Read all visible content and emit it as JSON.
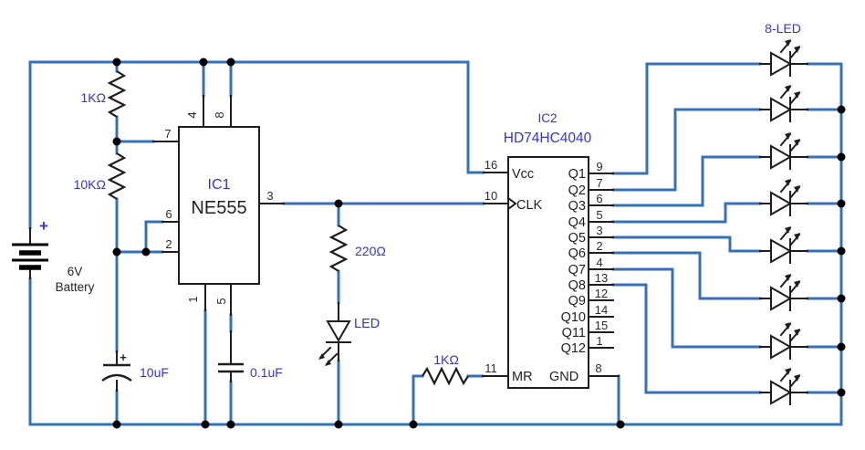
{
  "labels": {
    "battery_plus": "+",
    "battery_line1": "6V",
    "battery_line2": "Battery",
    "r1": "1KΩ",
    "r2": "10KΩ",
    "r3": "220Ω",
    "r4": "1KΩ",
    "c1": "10uF",
    "c1_plus": "+",
    "c2": "0.1uF",
    "led_single": "LED",
    "led_array": "8-LED"
  },
  "ic1": {
    "ref": "IC1",
    "part": "NE555",
    "pins": {
      "p4": "4",
      "p8": "8",
      "p7": "7",
      "p6": "6",
      "p2": "2",
      "p3": "3",
      "p1": "1",
      "p5": "5"
    }
  },
  "ic2": {
    "ref": "IC2",
    "part": "HD74HC4040",
    "left_pins": [
      {
        "num": "16",
        "name": "Vcc"
      },
      {
        "num": "10",
        "name": "CLK"
      },
      {
        "num": "11",
        "name": "MR"
      }
    ],
    "gnd": {
      "num": "8",
      "name": "GND"
    },
    "outputs": [
      {
        "label": "Q1",
        "pin": "9"
      },
      {
        "label": "Q2",
        "pin": "7"
      },
      {
        "label": "Q3",
        "pin": "6"
      },
      {
        "label": "Q4",
        "pin": "5"
      },
      {
        "label": "Q5",
        "pin": "3"
      },
      {
        "label": "Q6",
        "pin": "2"
      },
      {
        "label": "Q7",
        "pin": "4"
      },
      {
        "label": "Q8",
        "pin": "13"
      },
      {
        "label": "Q9",
        "pin": "12"
      },
      {
        "label": "Q10",
        "pin": "14"
      },
      {
        "label": "Q11",
        "pin": "15"
      },
      {
        "label": "Q12",
        "pin": "1"
      }
    ]
  },
  "colors": {
    "wire_blue": "#3570b9",
    "label_blue": "#3535cd",
    "line_black": "#1e1e1e"
  }
}
